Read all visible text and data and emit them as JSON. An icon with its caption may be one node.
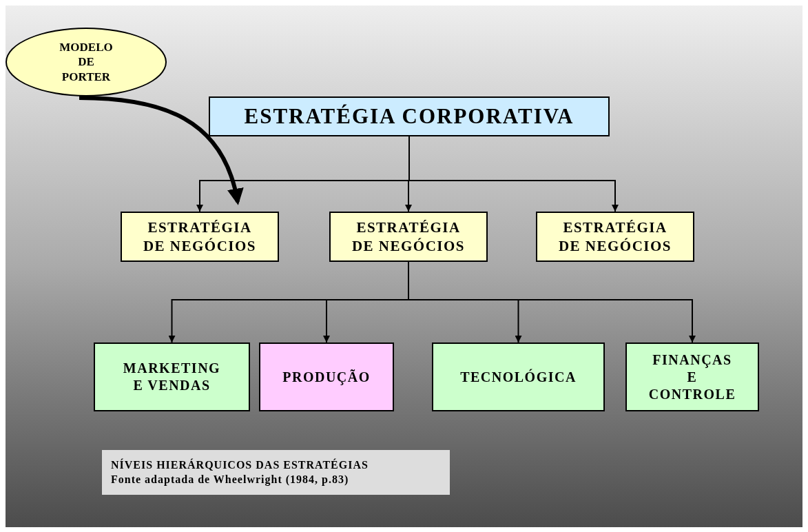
{
  "diagram": {
    "nodes": [
      {
        "text": [
          "MODELO DE PORTER"
        ]
      },
      {
        "text": [
          "ESTRATÉGIA CORPORATIVA"
        ]
      },
      {
        "text": [
          "ESTRATÉGIA DE NEGÓCIOS"
        ]
      },
      {
        "text": [
          "ESTRATÉGIA DE NEGÓCIOS"
        ]
      },
      {
        "text": [
          "ESTRATÉGIA DE NEGÓCIOS"
        ]
      },
      {
        "text": [
          "MARKETING E VENDAS"
        ]
      },
      {
        "text": [
          "PRODUÇÃO"
        ]
      },
      {
        "text": [
          "TECNOLÓGICA"
        ]
      },
      {
        "text": [
          "FINANÇAS E CONTROLE"
        ]
      }
    ],
    "edges": [
      {
        "from": 1,
        "to": 2,
        "arrow": "to"
      },
      {
        "from": 1,
        "to": 3,
        "arrow": "to"
      },
      {
        "from": 1,
        "to": 4,
        "arrow": "to"
      },
      {
        "from": 3,
        "to": 5,
        "arrow": "to"
      },
      {
        "from": 3,
        "to": 6,
        "arrow": "to"
      },
      {
        "from": 3,
        "to": 7,
        "arrow": "to"
      },
      {
        "from": 3,
        "to": 8,
        "arrow": "to"
      },
      {
        "from": 0,
        "to": 2,
        "arrow": "to",
        "style": "thick"
      }
    ],
    "labels": [
      "NÍVEIS HIERÁRQUICOS DAS ESTRATÉGIAS",
      "Fonte adaptada de Wheelwright (1984, p.83)"
    ]
  }
}
